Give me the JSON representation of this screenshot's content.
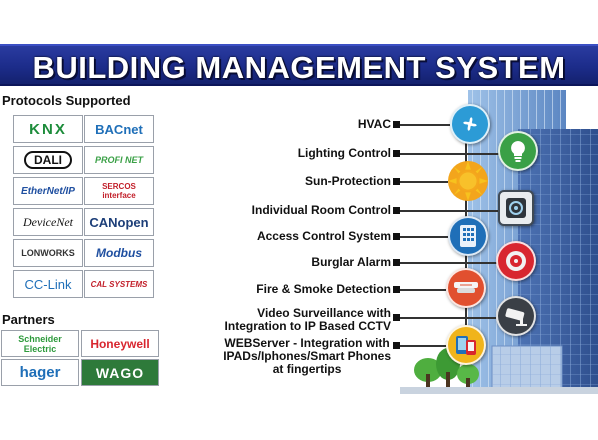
{
  "header": {
    "title": "BUILDING MANAGEMENT SYSTEM"
  },
  "protocols": {
    "heading": "Protocols Supported",
    "logos": [
      {
        "text": "KNX"
      },
      {
        "text": "BACnet"
      },
      {
        "text": "DALI"
      },
      {
        "text": "PROFI NET"
      },
      {
        "text": "EtherNet/IP"
      },
      {
        "text": "SERCOS interface"
      },
      {
        "text": "DeviceNet"
      },
      {
        "text": "CANopen"
      },
      {
        "text": "LONWORKS"
      },
      {
        "text": "Modbus"
      },
      {
        "text": "CC-Link"
      },
      {
        "text": "CAL SYSTEMS"
      }
    ]
  },
  "partners": {
    "heading": "Partners",
    "logos": [
      {
        "text": "Schneider Electric"
      },
      {
        "text": "Honeywell"
      },
      {
        "text": "hager"
      },
      {
        "text": "WAGO"
      }
    ]
  },
  "features": [
    {
      "label": "HVAC",
      "icon": "fan-icon",
      "color": "#2c9bd6"
    },
    {
      "label": "Lighting Control",
      "icon": "light-bulb-icon",
      "color": "#3aa046"
    },
    {
      "label": "Sun-Protection",
      "icon": "sun-icon",
      "color": "#f3a51c"
    },
    {
      "label": "Individual Room Control",
      "icon": "thermostat-icon",
      "color": "#404a55"
    },
    {
      "label": "Access Control System",
      "icon": "keypad-icon",
      "color": "#1f6fb8"
    },
    {
      "label": "Burglar Alarm",
      "icon": "alarm-bell-icon",
      "color": "#d8262f"
    },
    {
      "label": "Fire & Smoke Detection",
      "icon": "smoke-detector-icon",
      "color": "#e1502f"
    },
    {
      "label": "Video Surveillance with Integration to IP Based CCTV",
      "line1": "Video Surveillance with",
      "line2": "Integration to IP Based CCTV",
      "icon": "cctv-camera-icon",
      "color": "#3a3f46"
    },
    {
      "label": "WEBServer - Integration with IPADs/Iphones/Smart Phones at fingertips",
      "line1": "WEBServer - Integration with",
      "line2": "IPADs/Iphones/Smart Phones",
      "line3": "at fingertips",
      "icon": "smartphone-icon",
      "color": "#f0b41b"
    }
  ]
}
